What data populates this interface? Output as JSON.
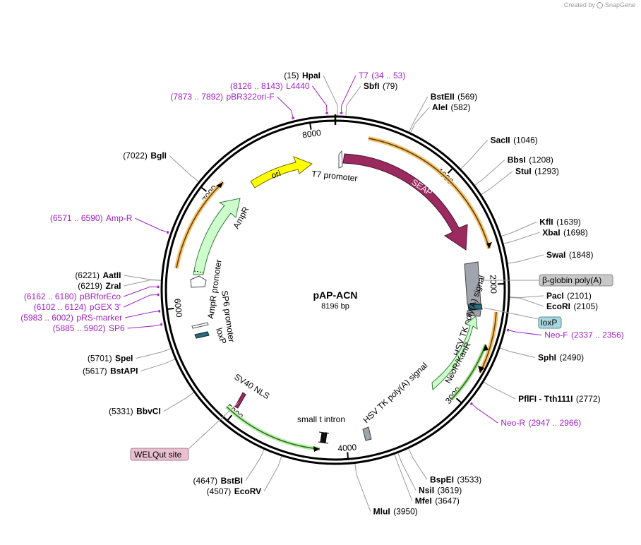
{
  "credit": {
    "text": "Created by",
    "brand": "SnapGene",
    "icon": "snapgene-logo-icon"
  },
  "plasmid": {
    "name": "pAP-ACN",
    "size_label": "8196 bp",
    "length": 8196
  },
  "ruler_ticks": [
    {
      "label": "1000",
      "pos": 1000
    },
    {
      "label": "2000",
      "pos": 2000
    },
    {
      "label": "3000",
      "pos": 3000
    },
    {
      "label": "4000",
      "pos": 4000
    },
    {
      "label": "5000",
      "pos": 5000
    },
    {
      "label": "6000",
      "pos": 6000
    },
    {
      "label": "7000",
      "pos": 7000
    },
    {
      "label": "8000",
      "pos": 8000
    }
  ],
  "sites": [
    {
      "name": "HpaI",
      "pos_label": "(15)",
      "pos": 15,
      "side": "left"
    },
    {
      "name": "SbfI",
      "pos_label": "(79)",
      "pos": 79,
      "side": "right"
    },
    {
      "name": "BstEII",
      "pos_label": "(569)",
      "pos": 569,
      "side": "right"
    },
    {
      "name": "AleI",
      "pos_label": "(582)",
      "pos": 582,
      "side": "right"
    },
    {
      "name": "SacII",
      "pos_label": "(1046)",
      "pos": 1046,
      "side": "right"
    },
    {
      "name": "BbsI",
      "pos_label": "(1208)",
      "pos": 1208,
      "side": "right"
    },
    {
      "name": "StuI",
      "pos_label": "(1293)",
      "pos": 1293,
      "side": "right"
    },
    {
      "name": "KflI",
      "pos_label": "(1639)",
      "pos": 1639,
      "side": "right"
    },
    {
      "name": "XbaI",
      "pos_label": "(1698)",
      "pos": 1698,
      "side": "right"
    },
    {
      "name": "SwaI",
      "pos_label": "(1848)",
      "pos": 1848,
      "side": "right"
    },
    {
      "name": "PacI",
      "pos_label": "(2101)",
      "pos": 2101,
      "side": "right"
    },
    {
      "name": "EcoRI",
      "pos_label": "(2105)",
      "pos": 2105,
      "side": "right"
    },
    {
      "name": "SphI",
      "pos_label": "(2490)",
      "pos": 2490,
      "side": "right"
    },
    {
      "name": "PflFI - Tth111I",
      "pos_label": "(2772)",
      "pos": 2772,
      "side": "right"
    },
    {
      "name": "BspEI",
      "pos_label": "(3533)",
      "pos": 3533,
      "side": "right"
    },
    {
      "name": "NsiI",
      "pos_label": "(3619)",
      "pos": 3619,
      "side": "right"
    },
    {
      "name": "MfeI",
      "pos_label": "(3647)",
      "pos": 3647,
      "side": "right"
    },
    {
      "name": "MluI",
      "pos_label": "(3950)",
      "pos": 3950,
      "side": "right"
    },
    {
      "name": "EcoRV",
      "pos_label": "(4507)",
      "pos": 4507,
      "side": "left"
    },
    {
      "name": "BstBI",
      "pos_label": "(4647)",
      "pos": 4647,
      "side": "left"
    },
    {
      "name": "BbvCI",
      "pos_label": "(5331)",
      "pos": 5331,
      "side": "left"
    },
    {
      "name": "BstAPI",
      "pos_label": "(5617)",
      "pos": 5617,
      "side": "left"
    },
    {
      "name": "SpeI",
      "pos_label": "(5701)",
      "pos": 5701,
      "side": "left"
    },
    {
      "name": "ZraI",
      "pos_label": "(6219)",
      "pos": 6219,
      "side": "left"
    },
    {
      "name": "AatII",
      "pos_label": "(6221)",
      "pos": 6221,
      "side": "left"
    },
    {
      "name": "BglI",
      "pos_label": "(7022)",
      "pos": 7022,
      "side": "left"
    }
  ],
  "primers": [
    {
      "name": "T7",
      "range_label": "(34 .. 53)",
      "pos": 44,
      "side": "right"
    },
    {
      "name": "L4440",
      "range_label": "(8126 .. 8143)",
      "pos": 8134,
      "side": "left"
    },
    {
      "name": "pBR322ori-F",
      "range_label": "(7873 .. 7892)",
      "pos": 7882,
      "side": "left"
    },
    {
      "name": "Amp-R",
      "range_label": "(6571 .. 6590)",
      "pos": 6580,
      "side": "left"
    },
    {
      "name": "pBRforEco",
      "range_label": "(6162 .. 6180)",
      "pos": 6171,
      "side": "left"
    },
    {
      "name": "pGEX 3'",
      "range_label": "(6102 .. 6124)",
      "pos": 6113,
      "side": "left"
    },
    {
      "name": "pRS-marker",
      "range_label": "(5983 .. 6002)",
      "pos": 5992,
      "side": "left"
    },
    {
      "name": "SP6",
      "range_label": "(5885 .. 5902)",
      "pos": 5893,
      "side": "left"
    },
    {
      "name": "Neo-F",
      "range_label": "(2337 .. 2356)",
      "pos": 2346,
      "side": "right"
    },
    {
      "name": "Neo-R",
      "range_label": "(2947 .. 2966)",
      "pos": 2956,
      "side": "right"
    }
  ],
  "features": {
    "seap": {
      "label": "SEAP",
      "color": "#9b2a5e"
    },
    "t7_promoter": {
      "label": "T7 promoter"
    },
    "ori": {
      "label": "ori",
      "color": "#ffff00"
    },
    "ampr": {
      "label": "AmpR",
      "color": "#ccffcc"
    },
    "ampr_promoter": {
      "label": "AmpR promoter"
    },
    "sp6_promoter": {
      "label": "SP6 promoter"
    },
    "loxp_left": {
      "label": "loxP"
    },
    "hsv_tk_polya_1": {
      "label": "HSV TK poly(A) signal"
    },
    "neo_kanr": {
      "label": "NeoR/KanR",
      "color": "#ccffcc"
    },
    "hsv_tk_polya_2": {
      "label": "HSV TK poly(A) signal"
    },
    "small_t_intron": {
      "label": "small t intron"
    },
    "sv40_nls": {
      "label": "SV40 NLS"
    },
    "welqut": {
      "label": "WELQut site",
      "color": "#e8c0d0"
    },
    "beta_globin": {
      "label": "β-globin poly(A)",
      "color": "#c8c8c8"
    },
    "loxp_right": {
      "label": "loxP",
      "color": "#a8d8e0"
    }
  }
}
